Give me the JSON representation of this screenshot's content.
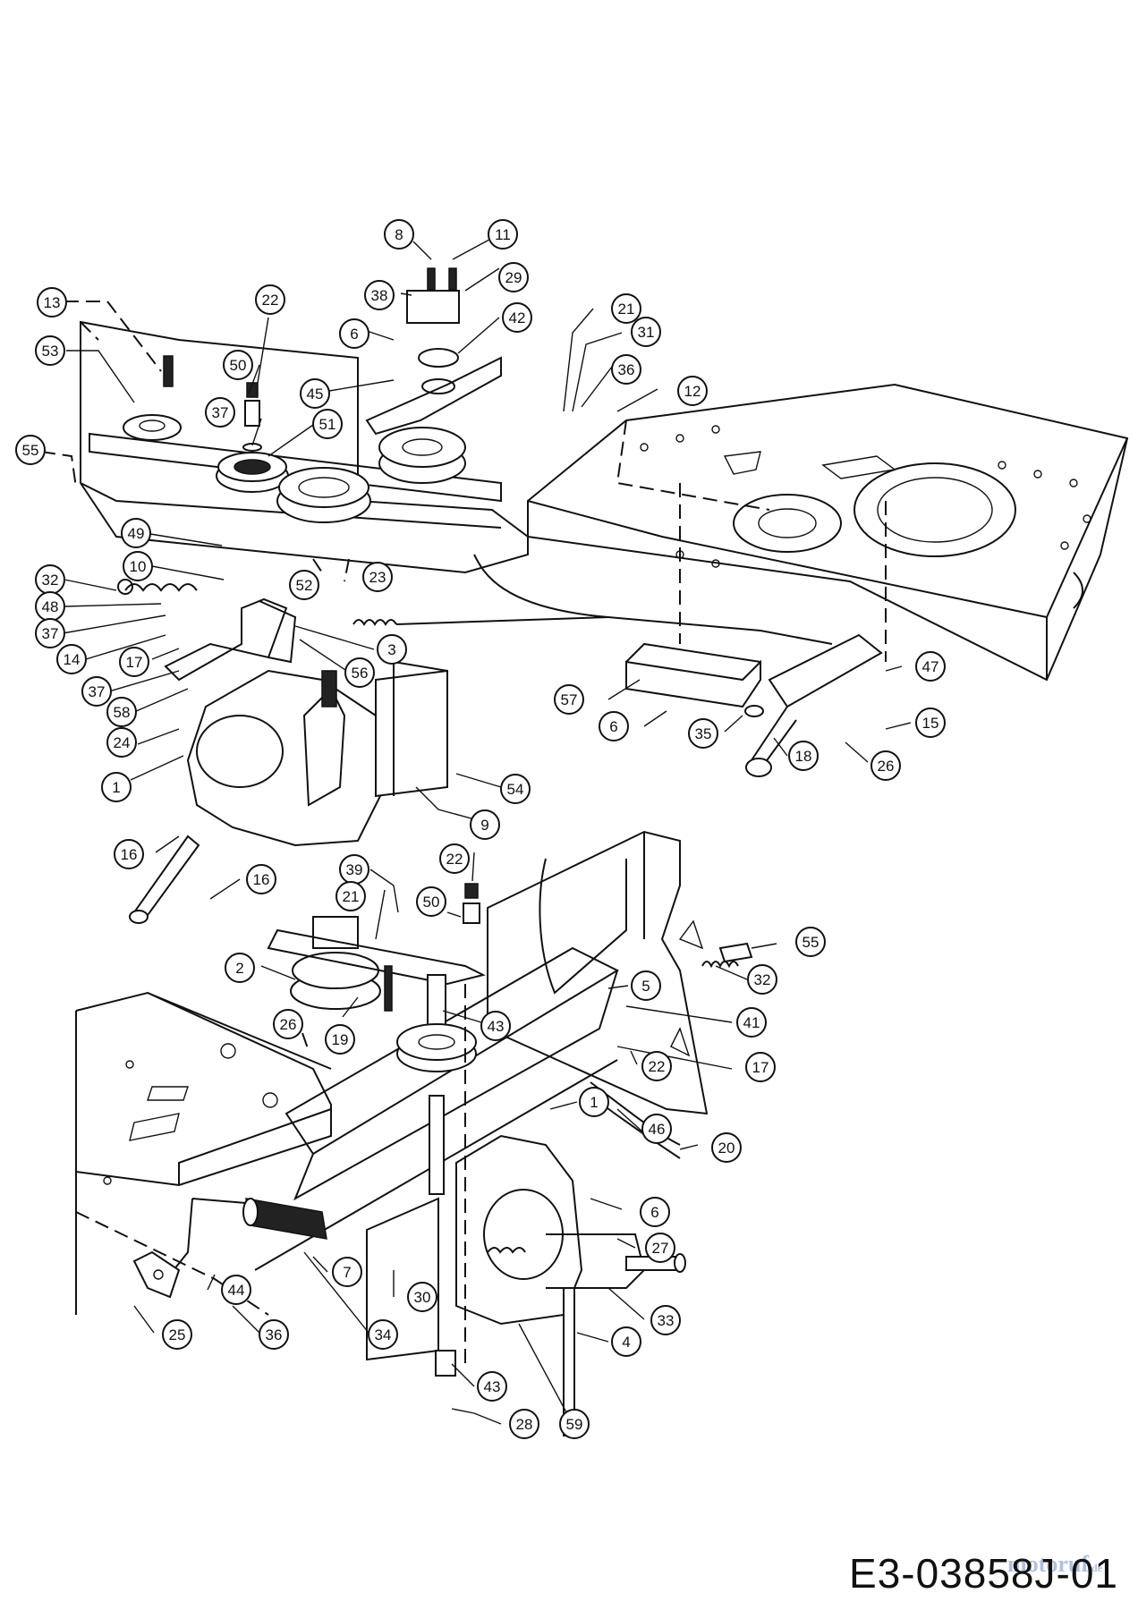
{
  "drawing_code": "E3-03858J-01",
  "watermark": {
    "brand": "motoruf",
    "suffix": ".de"
  },
  "callouts": [
    {
      "id": "c-8",
      "label": "8"
    },
    {
      "id": "c-11",
      "label": "11"
    },
    {
      "id": "c-38",
      "label": "38"
    },
    {
      "id": "c-29",
      "label": "29"
    },
    {
      "id": "c-6a",
      "label": "6"
    },
    {
      "id": "c-42",
      "label": "42"
    },
    {
      "id": "c-45",
      "label": "45"
    },
    {
      "id": "c-13",
      "label": "13"
    },
    {
      "id": "c-22a",
      "label": "22"
    },
    {
      "id": "c-53",
      "label": "53"
    },
    {
      "id": "c-50a",
      "label": "50"
    },
    {
      "id": "c-37a",
      "label": "37"
    },
    {
      "id": "c-51",
      "label": "51"
    },
    {
      "id": "c-55a",
      "label": "55"
    },
    {
      "id": "c-21a",
      "label": "21"
    },
    {
      "id": "c-31",
      "label": "31"
    },
    {
      "id": "c-36a",
      "label": "36"
    },
    {
      "id": "c-12",
      "label": "12"
    },
    {
      "id": "c-49",
      "label": "49"
    },
    {
      "id": "c-10",
      "label": "10"
    },
    {
      "id": "c-32a",
      "label": "32"
    },
    {
      "id": "c-48",
      "label": "48"
    },
    {
      "id": "c-37b",
      "label": "37"
    },
    {
      "id": "c-14",
      "label": "14"
    },
    {
      "id": "c-17a",
      "label": "17"
    },
    {
      "id": "c-37c",
      "label": "37"
    },
    {
      "id": "c-58",
      "label": "58"
    },
    {
      "id": "c-52",
      "label": "52"
    },
    {
      "id": "c-23",
      "label": "23"
    },
    {
      "id": "c-3",
      "label": "3"
    },
    {
      "id": "c-56",
      "label": "56"
    },
    {
      "id": "c-24",
      "label": "24"
    },
    {
      "id": "c-1a",
      "label": "1"
    },
    {
      "id": "c-16a",
      "label": "16"
    },
    {
      "id": "c-16b",
      "label": "16"
    },
    {
      "id": "c-54",
      "label": "54"
    },
    {
      "id": "c-9",
      "label": "9"
    },
    {
      "id": "c-57",
      "label": "57"
    },
    {
      "id": "c-6b",
      "label": "6"
    },
    {
      "id": "c-35",
      "label": "35"
    },
    {
      "id": "c-18",
      "label": "18"
    },
    {
      "id": "c-26a",
      "label": "26"
    },
    {
      "id": "c-47",
      "label": "47"
    },
    {
      "id": "c-15",
      "label": "15"
    },
    {
      "id": "c-22b",
      "label": "22"
    },
    {
      "id": "c-39",
      "label": "39"
    },
    {
      "id": "c-21b",
      "label": "21"
    },
    {
      "id": "c-50b",
      "label": "50"
    },
    {
      "id": "c-55b",
      "label": "55"
    },
    {
      "id": "c-2",
      "label": "2"
    },
    {
      "id": "c-32b",
      "label": "32"
    },
    {
      "id": "c-5",
      "label": "5"
    },
    {
      "id": "c-26b",
      "label": "26"
    },
    {
      "id": "c-19",
      "label": "19"
    },
    {
      "id": "c-43a",
      "label": "43"
    },
    {
      "id": "c-41",
      "label": "41"
    },
    {
      "id": "c-22c",
      "label": "22"
    },
    {
      "id": "c-17b",
      "label": "17"
    },
    {
      "id": "c-1b",
      "label": "1"
    },
    {
      "id": "c-46",
      "label": "46"
    },
    {
      "id": "c-20",
      "label": "20"
    },
    {
      "id": "c-6c",
      "label": "6"
    },
    {
      "id": "c-7",
      "label": "7"
    },
    {
      "id": "c-27",
      "label": "27"
    },
    {
      "id": "c-44",
      "label": "44"
    },
    {
      "id": "c-30",
      "label": "30"
    },
    {
      "id": "c-33",
      "label": "33"
    },
    {
      "id": "c-25",
      "label": "25"
    },
    {
      "id": "c-36b",
      "label": "36"
    },
    {
      "id": "c-34",
      "label": "34"
    },
    {
      "id": "c-4",
      "label": "4"
    },
    {
      "id": "c-43b",
      "label": "43"
    },
    {
      "id": "c-28",
      "label": "28"
    },
    {
      "id": "c-59",
      "label": "59"
    }
  ]
}
